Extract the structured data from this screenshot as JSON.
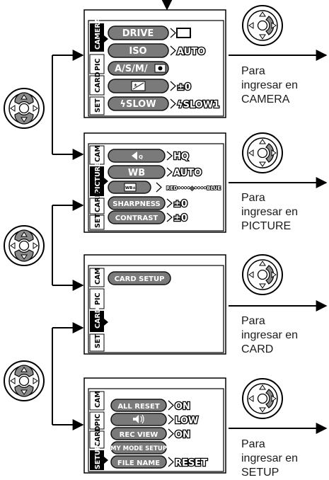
{
  "screens": [
    {
      "id": "camera",
      "tabs": [
        "CAMERA",
        "PIC",
        "CARD",
        "SET"
      ],
      "active_tab": 0,
      "rows": [
        {
          "label": "DRIVE",
          "value": "",
          "value_icon": "single-frame-icon"
        },
        {
          "label": "ISO",
          "value": "AUTO"
        },
        {
          "label": "A/S/M/",
          "label_icon": "my-mode-icon",
          "value": ""
        },
        {
          "label": "",
          "label_icon": "exposure-compensation-icon",
          "value": "±0"
        },
        {
          "label": "ϟSLOW",
          "value": "ϟSLOW1"
        }
      ]
    },
    {
      "id": "picture",
      "tabs": [
        "CAM",
        "PICTURE",
        "CARD",
        "SET"
      ],
      "active_tab": 1,
      "rows": [
        {
          "label": "",
          "label_icon": "image-quality-icon",
          "value": "HQ"
        },
        {
          "label": "WB",
          "value": "AUTO"
        },
        {
          "label": "",
          "label_icon": "wb-adjust-icon",
          "value": "RED••••◇••••BLUE"
        },
        {
          "label": "SHARPNESS",
          "value": "±0"
        },
        {
          "label": "CONTRAST",
          "value": "±0"
        }
      ]
    },
    {
      "id": "card",
      "tabs": [
        "CAM",
        "PIC",
        "CARD",
        "SET"
      ],
      "active_tab": 2,
      "rows": [
        {
          "label": "CARD SETUP",
          "value": ""
        }
      ]
    },
    {
      "id": "setup",
      "tabs": [
        "CAM",
        "PIC",
        "CARD",
        "SETUP"
      ],
      "active_tab": 3,
      "rows": [
        {
          "label": "ALL RESET",
          "value": "ON"
        },
        {
          "label": "",
          "label_icon": "sound-icon",
          "value": "LOW"
        },
        {
          "label": "REC VIEW",
          "value": "ON"
        },
        {
          "label": "MY MODE SETUP",
          "value": ""
        },
        {
          "label": "FILE NAME",
          "value": "RESET"
        }
      ]
    }
  ],
  "instructions": [
    {
      "line1": "Para",
      "line2": "ingresar en",
      "line3": "CAMERA"
    },
    {
      "line1": "Para",
      "line2": "ingresar en",
      "line3": "PICTURE"
    },
    {
      "line1": "Para",
      "line2": "ingresar en",
      "line3": "CARD"
    },
    {
      "line1": "Para",
      "line2": "ingresar en",
      "line3": "SETUP"
    }
  ],
  "arrow_pad_states": {
    "left_pads": "up-down-pressed",
    "right_pads": "right-pressed"
  },
  "colors": {
    "menu_pill": "#7a7a7a",
    "pill_outline": "#111111",
    "active_tab": "#000000",
    "pad_pressed": "#8a8a8a",
    "line": "#000000"
  }
}
